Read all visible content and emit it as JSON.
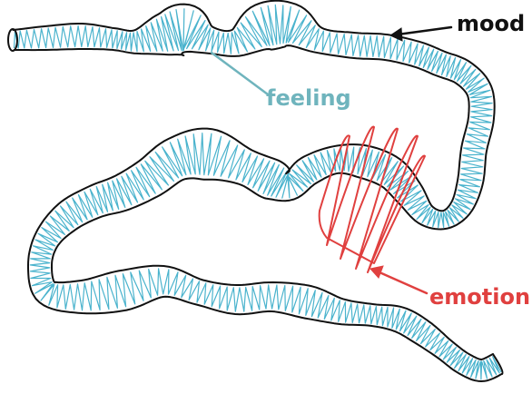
{
  "colors": {
    "outline": "#111111",
    "feeling": "#4ab3cd",
    "feeling_label": "#6fb4bd",
    "emotion": "#e0403f"
  },
  "labels": {
    "mood": "mood",
    "feeling": "feeling",
    "emotion": "emotion"
  }
}
